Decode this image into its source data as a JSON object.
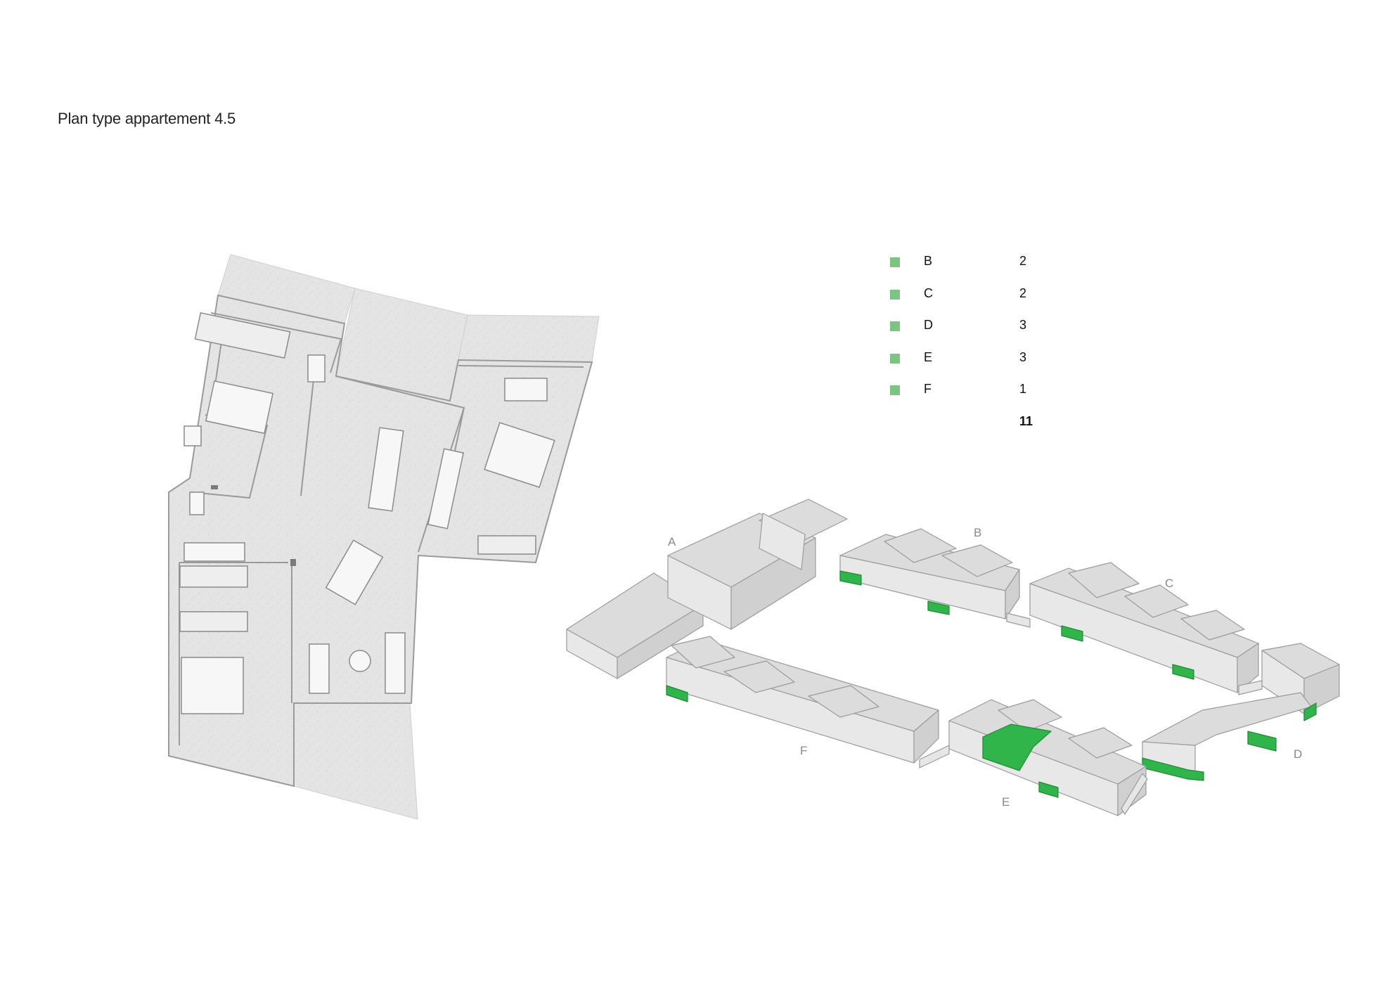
{
  "title": "Plan type appartement 4.5",
  "colors": {
    "highlight": "#2fb54a",
    "legend_swatch": "#7cc484",
    "mass": "#dcdcdc",
    "floor": "#e3e3e3"
  },
  "legend": {
    "rows": [
      {
        "label": "B",
        "count": "2"
      },
      {
        "label": "C",
        "count": "2"
      },
      {
        "label": "D",
        "count": "3"
      },
      {
        "label": "E",
        "count": "3"
      },
      {
        "label": "F",
        "count": "1"
      }
    ],
    "total": "11"
  },
  "buildings": {
    "a": "A",
    "b": "B",
    "c": "C",
    "d": "D",
    "e": "E",
    "f": "F"
  }
}
